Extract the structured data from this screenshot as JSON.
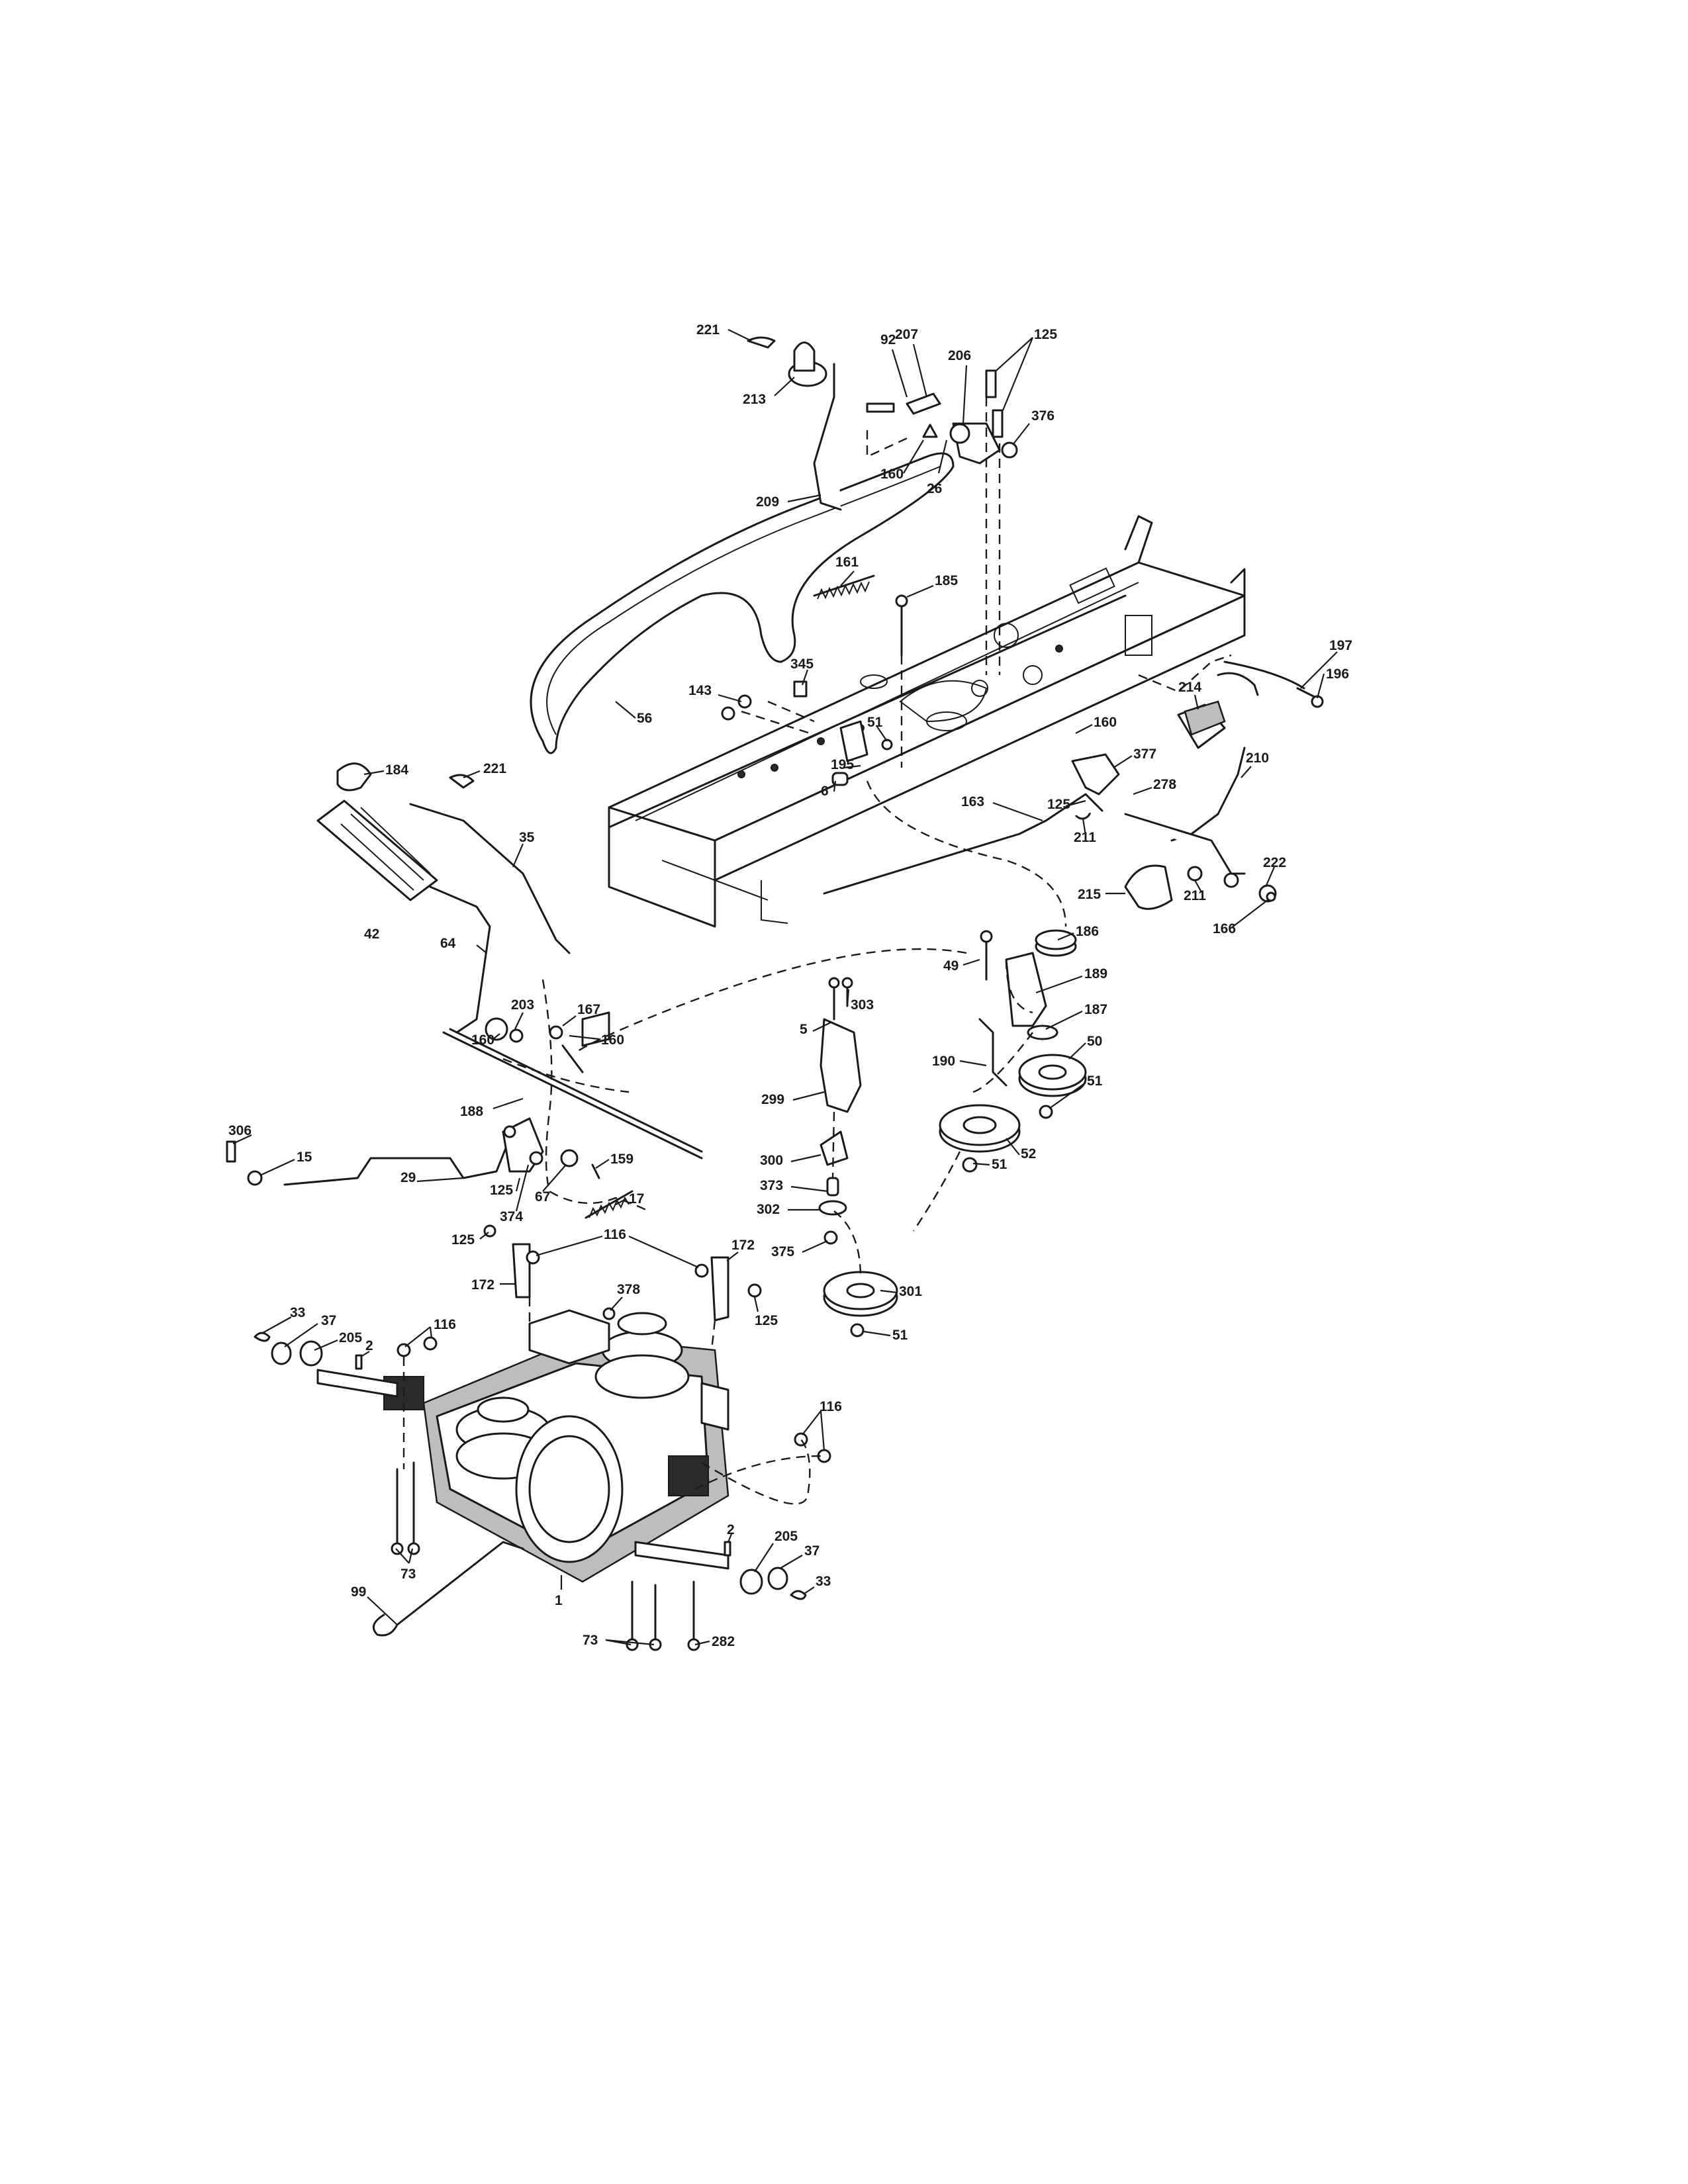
{
  "diagram": {
    "callouts": [
      "221",
      "213",
      "209",
      "92",
      "207",
      "206",
      "125",
      "376",
      "160",
      "26",
      "161",
      "185",
      "345",
      "143",
      "56",
      "51",
      "195",
      "6",
      "160",
      "377",
      "278",
      "163",
      "125",
      "211",
      "197",
      "196",
      "214",
      "210",
      "211",
      "222",
      "166",
      "215",
      "184",
      "221",
      "35",
      "42",
      "64",
      "203",
      "167",
      "160",
      "160",
      "188",
      "49",
      "186",
      "189",
      "187",
      "50",
      "51",
      "52",
      "51",
      "190",
      "5",
      "303",
      "299",
      "300",
      "373",
      "302",
      "375",
      "301",
      "51",
      "306",
      "15",
      "29",
      "125",
      "374",
      "67",
      "159",
      "17",
      "125",
      "116",
      "172",
      "172",
      "378",
      "125",
      "33",
      "37",
      "205",
      "2",
      "116",
      "116",
      "73",
      "99",
      "1",
      "2",
      "205",
      "37",
      "33",
      "73",
      "282"
    ]
  }
}
